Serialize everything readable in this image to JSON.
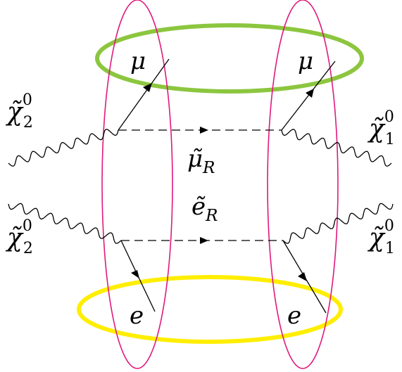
{
  "labels": {
    "mu_top_left": "μ",
    "mu_top_right": "μ",
    "e_bottom_left": "e",
    "e_bottom_right": "e",
    "smuon_base": "μ̃",
    "smuon_sub": "R",
    "selectron_base": "ẽ",
    "selectron_sub": "R",
    "chi2_top_base": "χ̃",
    "chi2_top_sup": "0",
    "chi2_top_sub": "2",
    "chi2_bottom_base": "χ̃",
    "chi2_bottom_sup": "0",
    "chi2_bottom_sub": "2",
    "chi1_top_base": "χ̃",
    "chi1_top_sup": "0",
    "chi1_top_sub": "1",
    "chi1_bottom_base": "χ̃",
    "chi1_bottom_sup": "0",
    "chi1_bottom_sub": "1"
  },
  "colors": {
    "muon_ring": "#8cc63f",
    "electron_ring": "#ffee00",
    "vertical_rings": "#e0197d",
    "lines": "#000000"
  }
}
